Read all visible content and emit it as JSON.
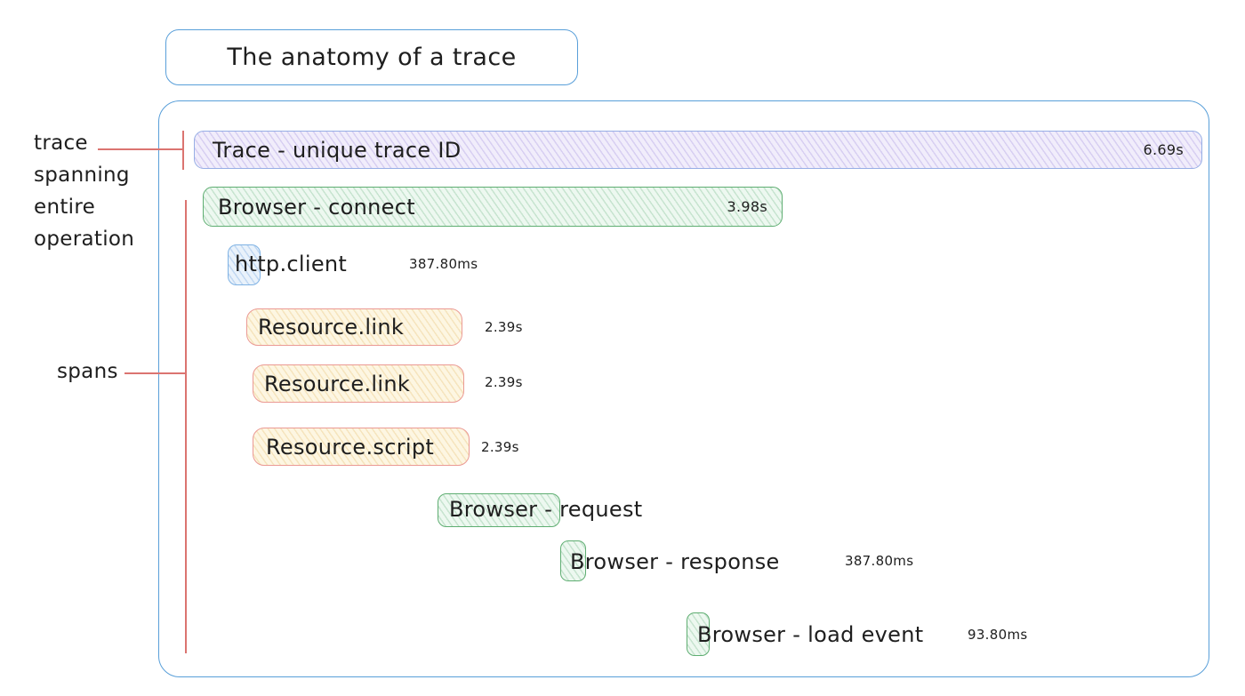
{
  "title": "The anatomy of a trace",
  "annotations": {
    "trace_pointer": {
      "lines": [
        "trace",
        "spanning",
        "entire",
        "operation"
      ]
    },
    "spans_pointer": {
      "label": "spans"
    }
  },
  "trace_bar": {
    "label": "Trace - unique trace ID",
    "duration": "6.69s"
  },
  "spans": [
    {
      "name": "browser-connect",
      "label": "Browser - connect",
      "duration": "3.98s",
      "color": "green"
    },
    {
      "name": "http-client",
      "label": "http.client",
      "duration": "387.80ms",
      "color": "blue"
    },
    {
      "name": "resource-link-1",
      "label": "Resource.link",
      "duration": "2.39s",
      "color": "yellow"
    },
    {
      "name": "resource-link-2",
      "label": "Resource.link",
      "duration": "2.39s",
      "color": "yellow"
    },
    {
      "name": "resource-script",
      "label": "Resource.script",
      "duration": "2.39s",
      "color": "yellow"
    },
    {
      "name": "browser-request",
      "label": "Browser - request",
      "duration": "",
      "color": "green"
    },
    {
      "name": "browser-response",
      "label": "Browser - response",
      "duration": "387.80ms",
      "color": "green"
    },
    {
      "name": "browser-load-event",
      "label": "Browser - load event",
      "duration": "93.80ms",
      "color": "green"
    }
  ],
  "colors": {
    "container_border": "#599fd9",
    "trace_border": "#97aee5",
    "trace_fill": "#f1edfb",
    "green_border": "#5fae72",
    "green_fill": "#edf8f0",
    "blue_border": "#7fb2e4",
    "blue_fill": "#e9f2fb",
    "resource_border": "#eb9a94",
    "resource_fill": "#fdf6e2",
    "annotation_line": "#db7470",
    "text": "#1e1e1e"
  }
}
